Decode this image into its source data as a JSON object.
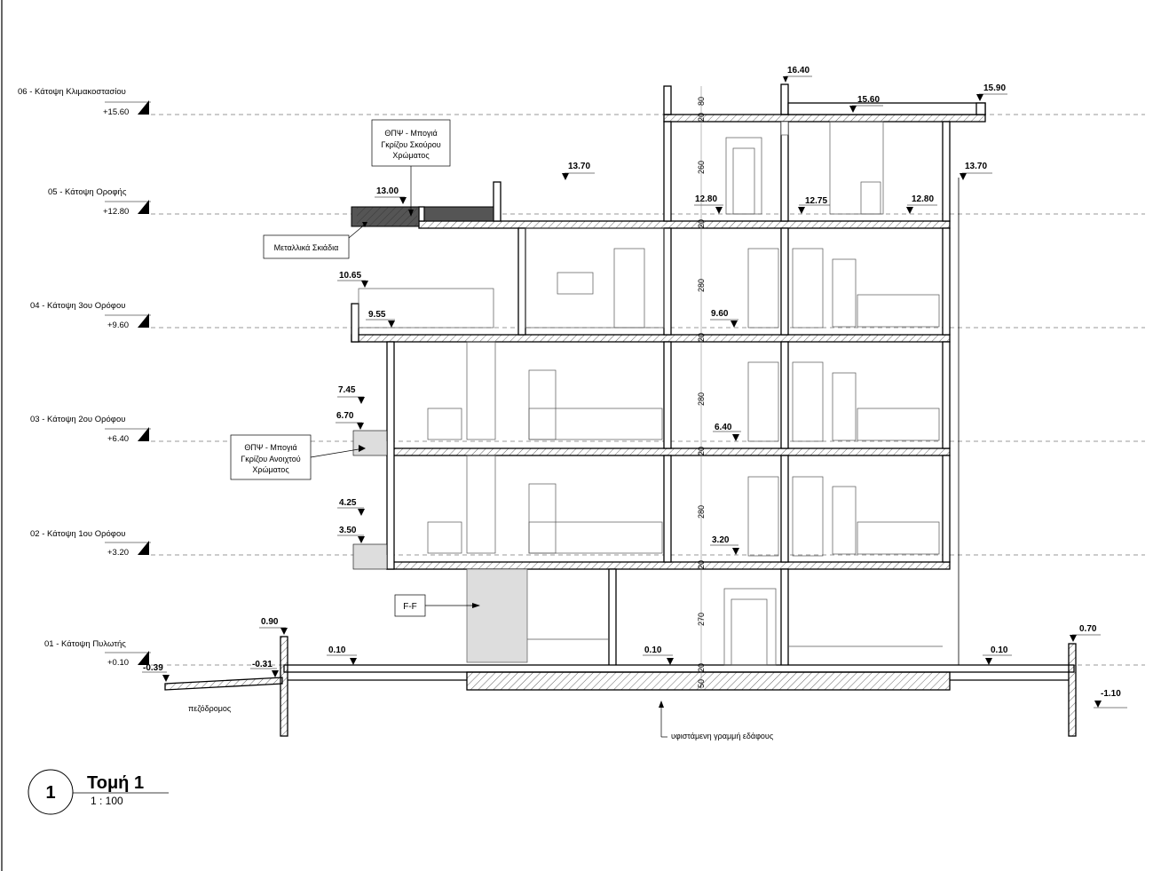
{
  "levels": [
    {
      "name": "06 - Κάτοψη Κλιμακοστασίου",
      "value": "+15.60"
    },
    {
      "name": "05 - Κάτοψη Οροφής",
      "value": "+12.80"
    },
    {
      "name": "04 - Κάτοψη 3ου Ορόφου",
      "value": "+9.60"
    },
    {
      "name": "03 - Κάτοψη 2ου Ορόφου",
      "value": "+6.40"
    },
    {
      "name": "02 - Κάτοψη 1ου Ορόφου",
      "value": "+3.20"
    },
    {
      "name": "01 - Κάτοψη Πυλωτής",
      "value": "+0.10"
    }
  ],
  "elevations": {
    "e1640": "16.40",
    "e1560": "15.60",
    "e1590": "15.90",
    "e1370a": "13.70",
    "e1370b": "13.70",
    "e1300": "13.00",
    "e1280a": "12.80",
    "e1275": "12.75",
    "e1280b": "12.80",
    "e1065": "10.65",
    "e955": "9.55",
    "e960": "9.60",
    "e745": "7.45",
    "e670": "6.70",
    "e640": "6.40",
    "e425": "4.25",
    "e350": "3.50",
    "e320": "3.20",
    "e090": "0.90",
    "e010a": "0.10",
    "e010b": "0.10",
    "e010c": "0.10",
    "e070": "0.70",
    "em039": "-0.39",
    "em031": "-0.31",
    "em110": "-1.10"
  },
  "dimensions": {
    "d80": "80",
    "d20a": "20",
    "d260": "260",
    "d20b": "20",
    "d280a": "280",
    "d20c": "20",
    "d280b": "280",
    "d20d": "20",
    "d280c": "280",
    "d20e": "20",
    "d270": "270",
    "d20f": "20",
    "d50": "50"
  },
  "notes": {
    "dark_tiles": [
      "ΘΠΨ - Μπογιά",
      "Γκρίζου Σκούρου",
      "Χρώματος"
    ],
    "metal_louvres": "Μεταλλικά Σκιάδια",
    "light_tiles": [
      "ΘΠΨ - Μπογιά",
      "Γκρίζου Ανοιχτού",
      "Χρώματος"
    ],
    "section_tag": "F-F",
    "sidewalk": "πεζόδρομος",
    "ground_line": "υφιστάμενη γραμμή εδάφους"
  },
  "title_block": {
    "number": "1",
    "title": "Τομή 1",
    "scale": "1 : 100"
  }
}
